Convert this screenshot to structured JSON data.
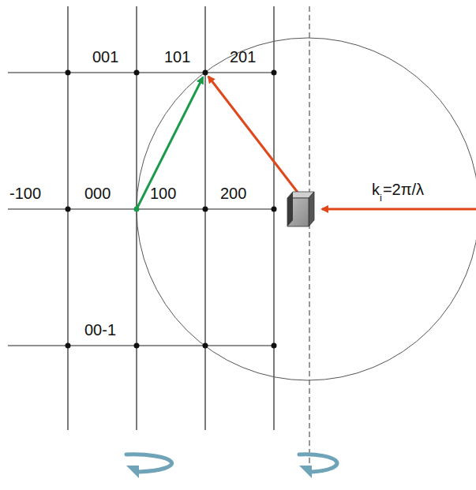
{
  "diagram": {
    "labels": [
      "001",
      "101",
      "201",
      "-100",
      "000",
      "100",
      "200",
      "00-1",
      "k",
      "i",
      "=2π/λ"
    ]
  }
}
